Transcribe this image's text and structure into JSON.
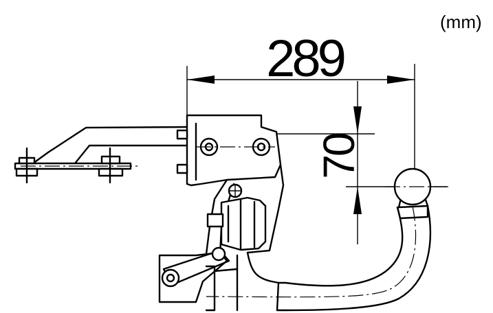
{
  "unit_label": "(mm)",
  "dimensions": {
    "horizontal": "289",
    "vertical": "70"
  }
}
